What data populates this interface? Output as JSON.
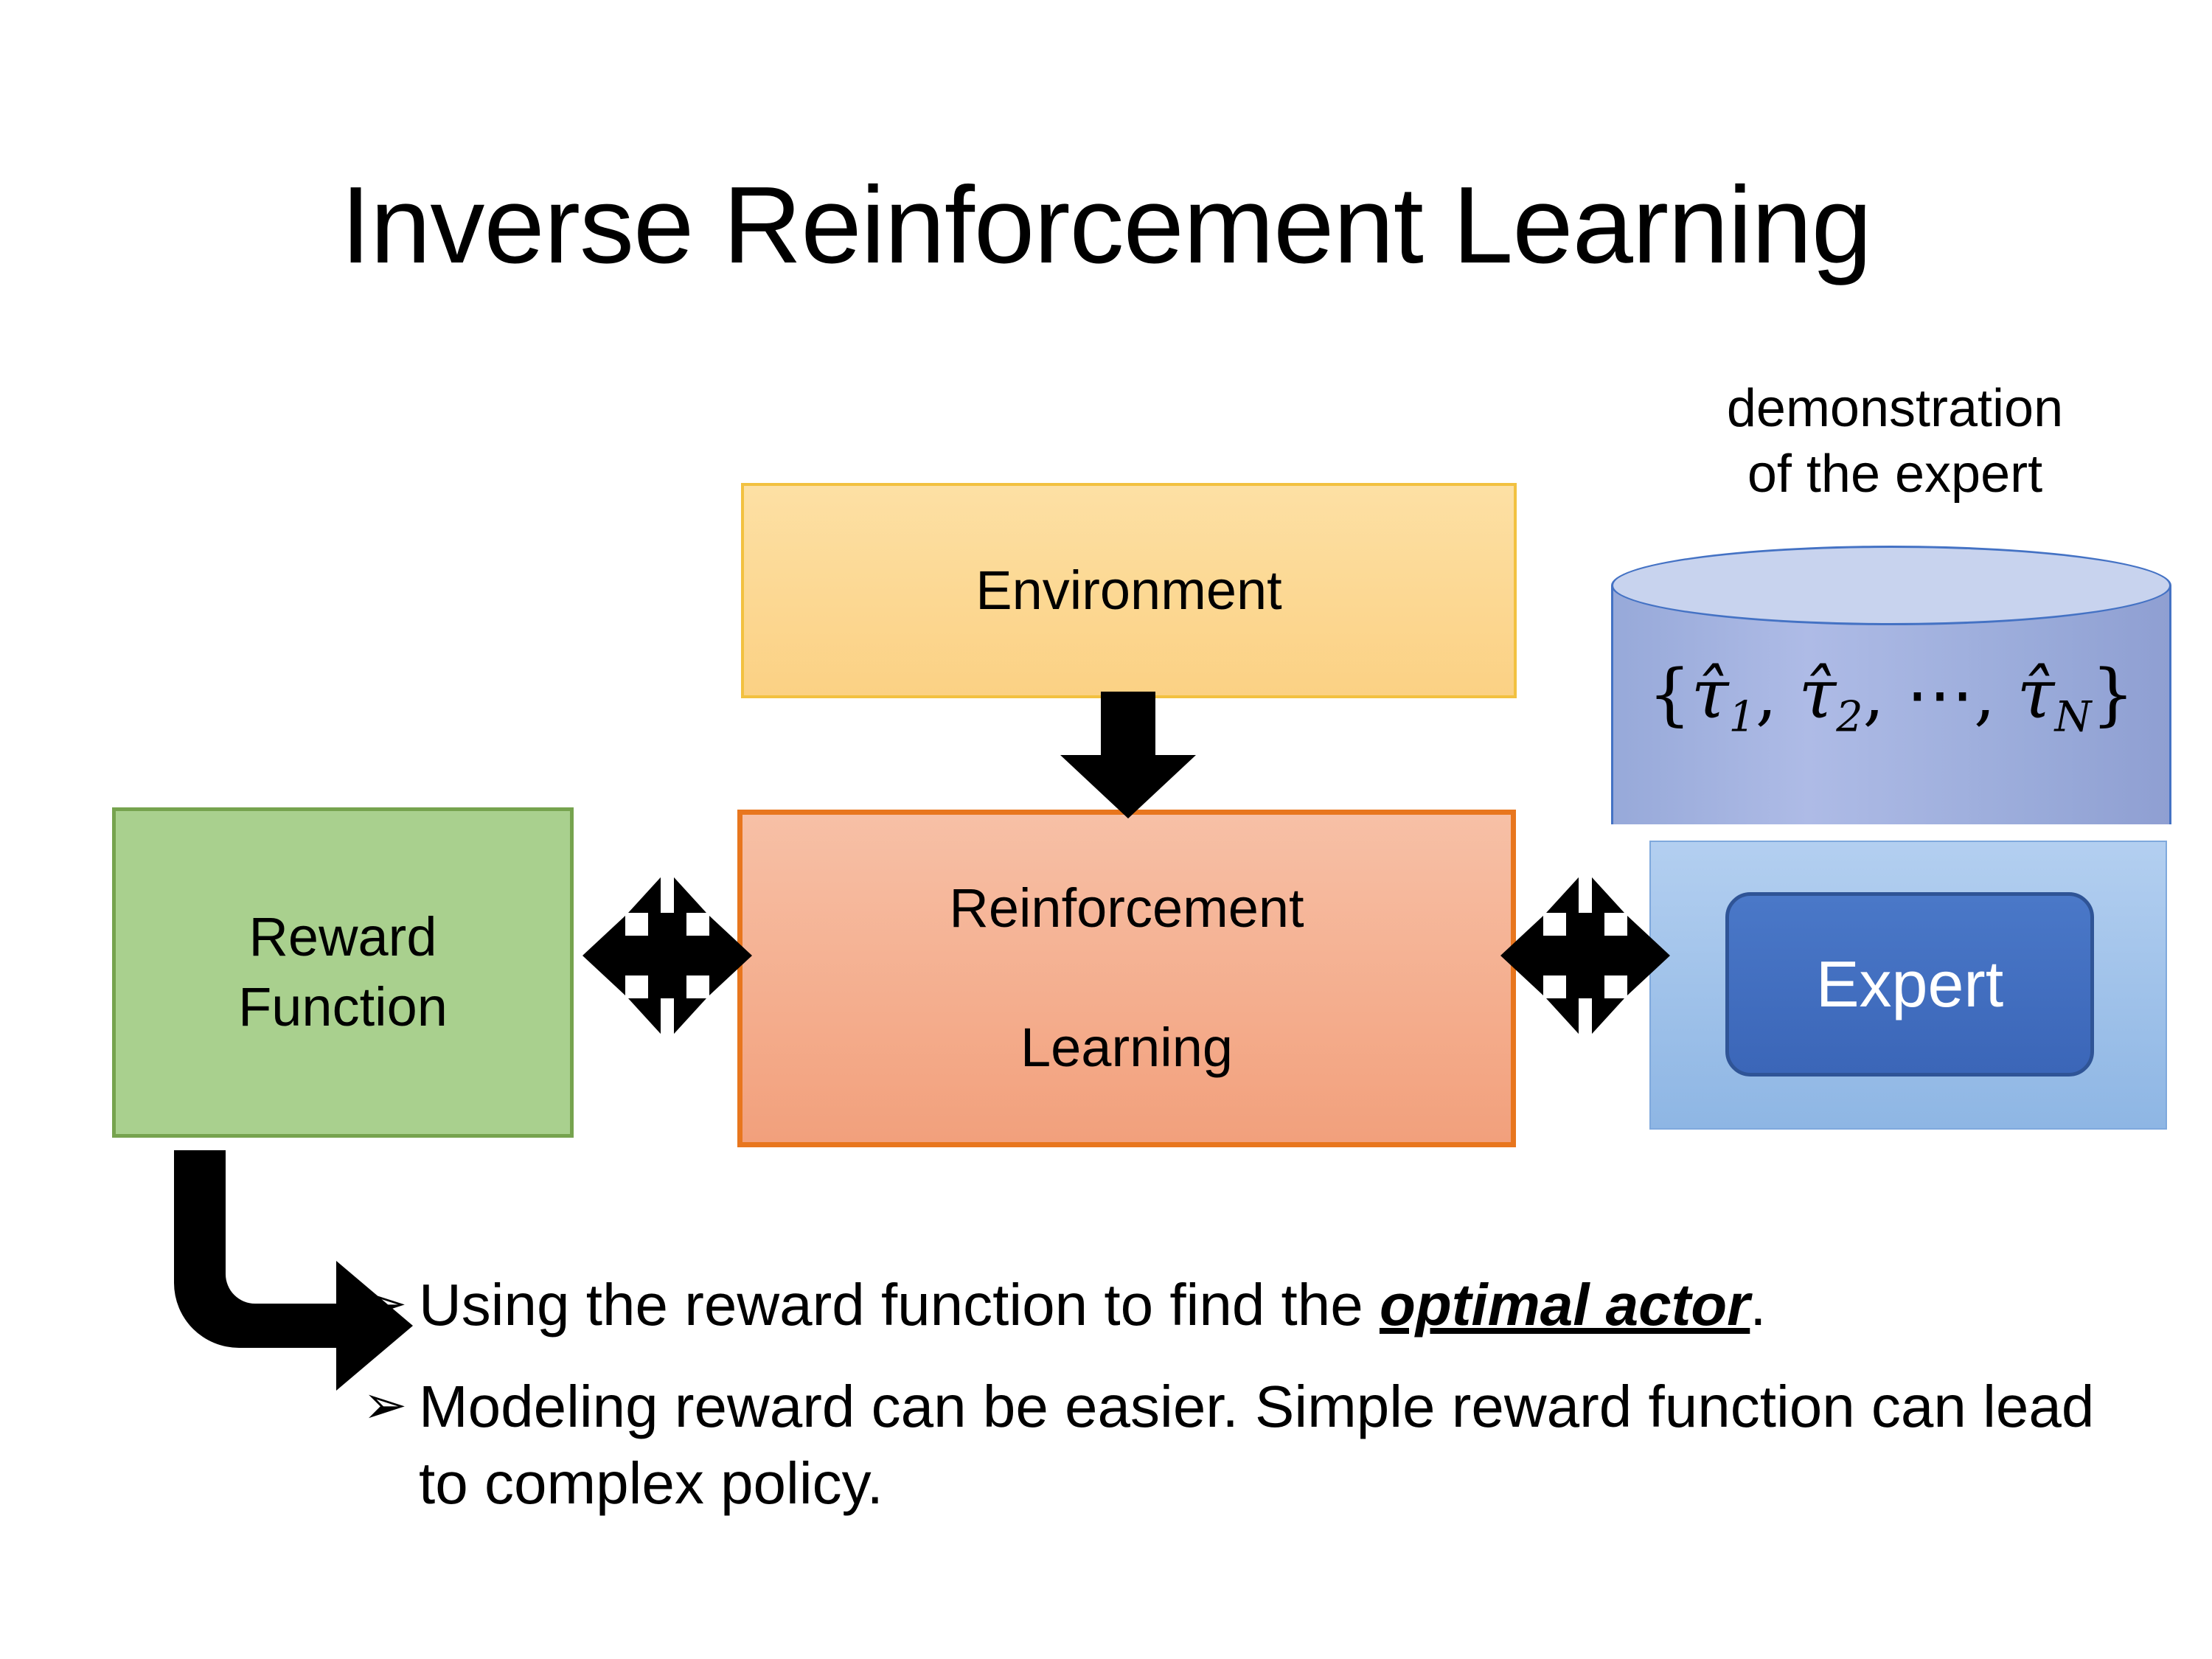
{
  "slide": {
    "title": "Inverse Reinforcement Learning",
    "background_color": "#ffffff"
  },
  "diagram": {
    "environment": {
      "label": "Environment",
      "fill_color": "#fbd184",
      "border_color": "#f2c140"
    },
    "reinforcement_learning": {
      "label_line1": "Reinforcement",
      "label_line2": "Learning",
      "fill_color": "#f2a07c",
      "border_color": "#e8761e"
    },
    "reward_function": {
      "label_line1": "Reward",
      "label_line2": "Function",
      "fill_color": "#a9d08e",
      "border_color": "#76a34e"
    },
    "expert": {
      "label": "Expert",
      "fill_color": "#3b66b8",
      "border_color": "#2f5496",
      "text_color": "#ffffff",
      "panel_fill_color": "#8eb6e4"
    },
    "demonstration": {
      "caption_line1": "demonstration",
      "caption_line2": "of the expert",
      "formula": "{τ̂1, τ̂2, ⋯, τ̂N}",
      "formula_parts": {
        "open_brace": "{",
        "tau1": "τ̂",
        "sub1": "1",
        "comma1": ", ",
        "tau2": "τ̂",
        "sub2": "2",
        "comma2": ", ",
        "ellipsis": "⋯",
        "comma3": ", ",
        "tauN": "τ̂",
        "subN": "N",
        "close_brace": "}"
      },
      "cylinder_top_color": "#c8d3ee",
      "cylinder_body_color": "#9aabda",
      "cylinder_border_color": "#4472c4"
    },
    "arrows": {
      "environment_to_rl": "down-arrow",
      "reward_to_rl": "quad-arrow",
      "rl_to_expert": "quad-arrow",
      "reward_to_bullet": "bent-arrow",
      "color": "#000000"
    }
  },
  "bullets": {
    "marker": "➢",
    "items": [
      {
        "before": "Using the reward function to find the ",
        "emphasis": "optimal actor",
        "after": "."
      },
      {
        "before": "Modeling reward can be easier. Simple reward function can lead to complex policy.",
        "emphasis": "",
        "after": ""
      }
    ]
  }
}
